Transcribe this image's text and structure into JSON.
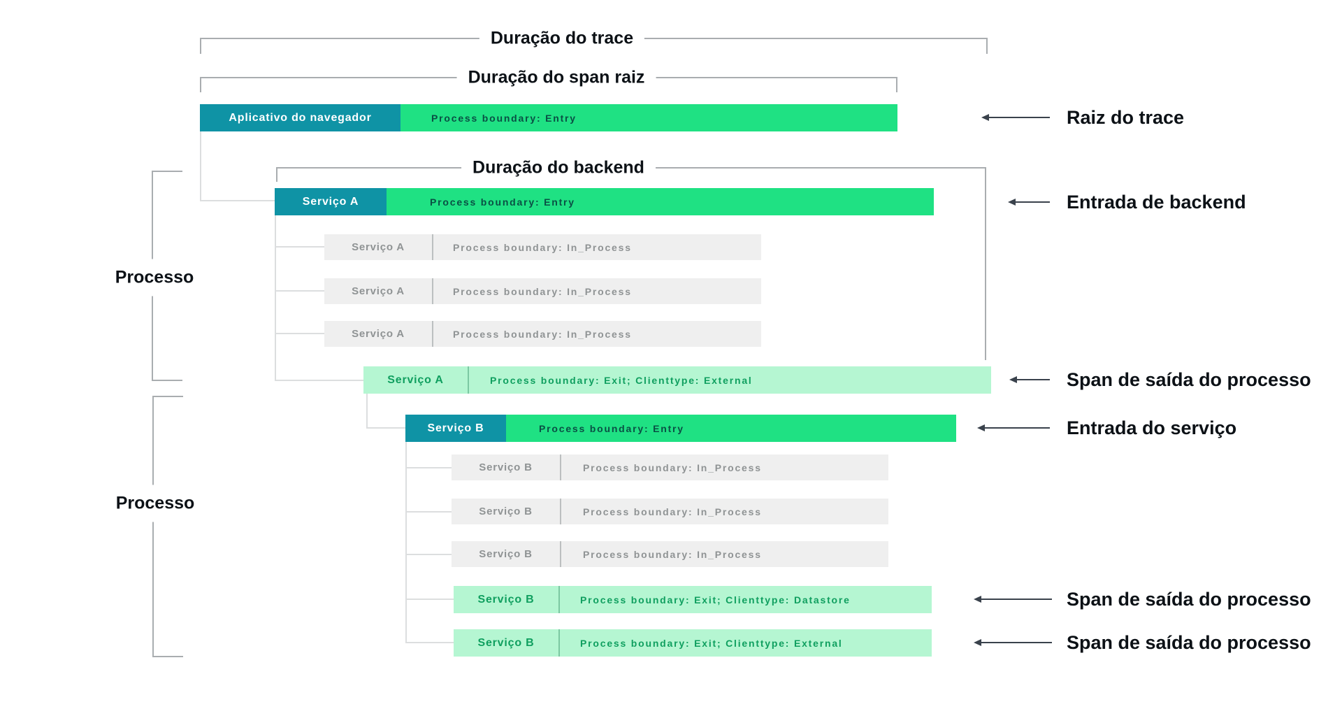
{
  "brackets": {
    "trace": "Duração do trace",
    "root_span": "Duração do span raiz",
    "backend": "Duração do backend"
  },
  "process_labels": {
    "a": "Processo",
    "b": "Processo"
  },
  "annotations": {
    "trace_root": "Raiz do trace",
    "backend_entry": "Entrada de backend",
    "process_exit_a": "Span de saída do processo",
    "service_entry": "Entrada do serviço",
    "process_exit_b_datastore": "Span de saída do processo",
    "process_exit_b_external": "Span de saída do processo"
  },
  "spans": {
    "root": {
      "service": "Aplicativo do navegador",
      "detail": "Process boundary: Entry"
    },
    "service_a": {
      "entry": {
        "service": "Serviço A",
        "detail": "Process boundary: Entry"
      },
      "in_process": [
        {
          "service": "Serviço A",
          "detail": "Process boundary: In_Process"
        },
        {
          "service": "Serviço A",
          "detail": "Process boundary: In_Process"
        },
        {
          "service": "Serviço A",
          "detail": "Process boundary: In_Process"
        }
      ],
      "exit": {
        "service": "Serviço A",
        "detail": "Process boundary: Exit; Clienttype: External"
      }
    },
    "service_b": {
      "entry": {
        "service": "Serviço B",
        "detail": "Process boundary: Entry"
      },
      "in_process": [
        {
          "service": "Serviço B",
          "detail": "Process boundary: In_Process"
        },
        {
          "service": "Serviço B",
          "detail": "Process boundary: In_Process"
        },
        {
          "service": "Serviço B",
          "detail": "Process boundary: In_Process"
        }
      ],
      "exit_datastore": {
        "service": "Serviço B",
        "detail": "Process boundary: Exit; Clienttype: Datastore"
      },
      "exit_external": {
        "service": "Serviço B",
        "detail": "Process boundary: Exit; Clienttype: External"
      }
    }
  },
  "colors": {
    "entry_service_teal": "#0f93a5",
    "entry_green": "#1fe183",
    "entry_green_text": "#0a4f44",
    "exit_green_bg": "#b5f6d2",
    "exit_green_text": "#0f9f5f",
    "inprocess_gray_bg": "#efefef",
    "inprocess_gray_text": "#8f9394",
    "bracket_line": "#a9adb0",
    "tree_line": "#dcdedf",
    "arrow": "#3a424c",
    "label_text": "#0c1116"
  }
}
